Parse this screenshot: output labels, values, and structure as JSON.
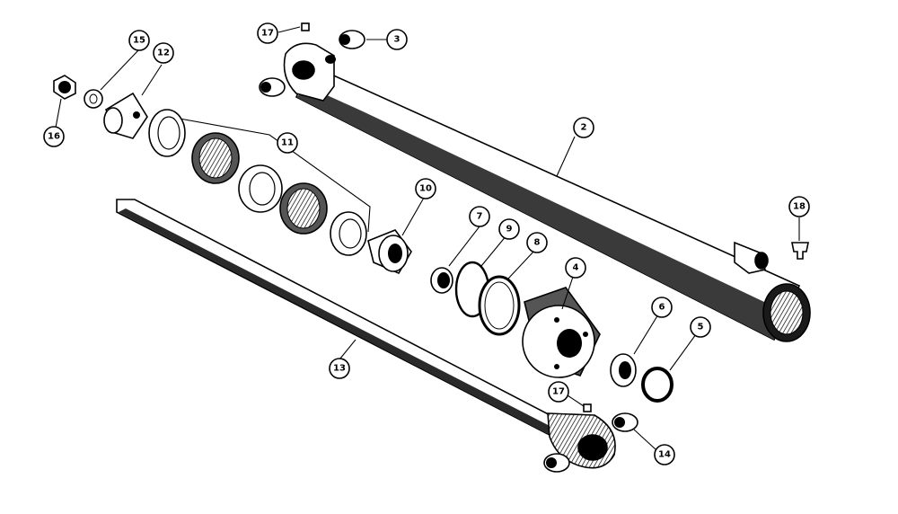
{
  "colors": {
    "ink": "#000000",
    "paper": "#ffffff",
    "shade": "#4a4a4a",
    "light": "#d8d8d8"
  },
  "callouts": [
    {
      "id": "c2",
      "label": "2"
    },
    {
      "id": "c3",
      "label": "3"
    },
    {
      "id": "c4",
      "label": "4"
    },
    {
      "id": "c5",
      "label": "5"
    },
    {
      "id": "c6",
      "label": "6"
    },
    {
      "id": "c7",
      "label": "7"
    },
    {
      "id": "c8",
      "label": "8"
    },
    {
      "id": "c9",
      "label": "9"
    },
    {
      "id": "c10",
      "label": "10"
    },
    {
      "id": "c11",
      "label": "11"
    },
    {
      "id": "c12",
      "label": "12"
    },
    {
      "id": "c13",
      "label": "13"
    },
    {
      "id": "c14",
      "label": "14"
    },
    {
      "id": "c15",
      "label": "15"
    },
    {
      "id": "c16",
      "label": "16"
    },
    {
      "id": "c17a",
      "label": "17"
    },
    {
      "id": "c17b",
      "label": "17"
    },
    {
      "id": "c18",
      "label": "18"
    }
  ]
}
